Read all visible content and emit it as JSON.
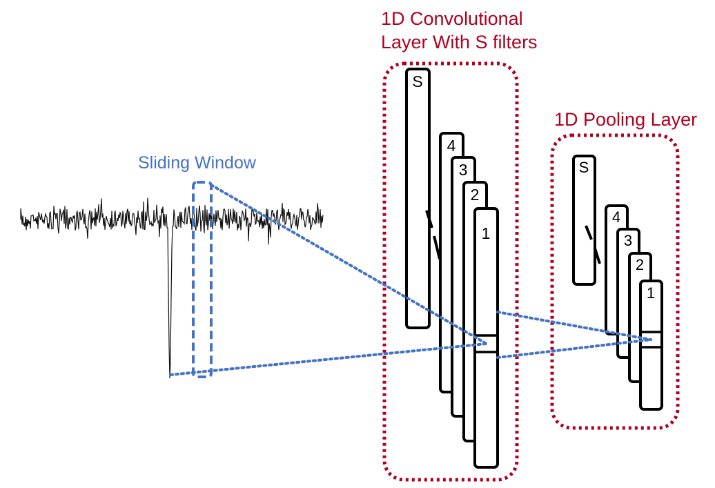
{
  "labels": {
    "conv_title_line1": "1D Convolutional",
    "conv_title_line2": "Layer With S filters",
    "pool_title": "1D Pooling Layer",
    "sliding_window": "Sliding Window"
  },
  "conv_filters": [
    "S",
    "4",
    "3",
    "2",
    "1"
  ],
  "pool_filters": [
    "S",
    "4",
    "3",
    "2",
    "1"
  ],
  "colors": {
    "group_border": "#b00020",
    "window": "#4472c4",
    "filter_stroke": "#000000",
    "signal": "#111111"
  }
}
